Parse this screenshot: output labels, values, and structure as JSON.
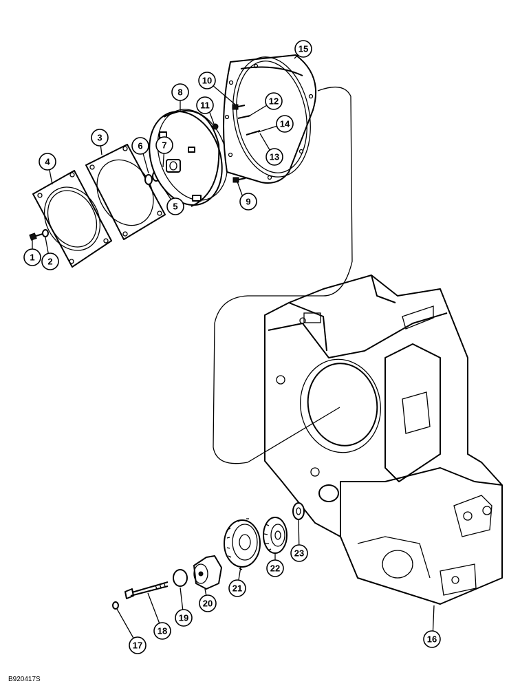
{
  "figure_code": "B920417S",
  "callouts": {
    "c1": "1",
    "c2": "2",
    "c3": "3",
    "c4": "4",
    "c5": "5",
    "c6": "6",
    "c7": "7",
    "c8": "8",
    "c9": "9",
    "c10": "10",
    "c11": "11",
    "c12": "12",
    "c13": "13",
    "c14": "14",
    "c15": "15",
    "c16": "16",
    "c17": "17",
    "c18": "18",
    "c19": "19",
    "c20": "20",
    "c21": "21",
    "c22": "22",
    "c23": "23"
  }
}
